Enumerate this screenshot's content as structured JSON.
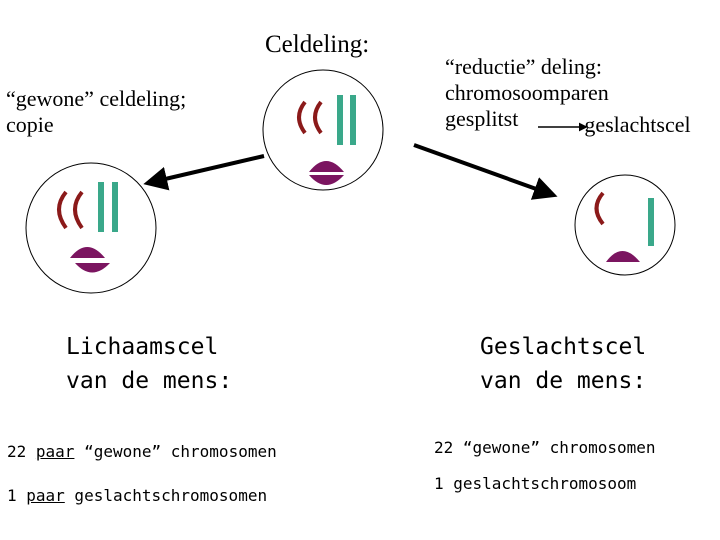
{
  "title": "Celdeling:",
  "left_description": {
    "line1": "“gewone” celdeling;",
    "line2": "copie"
  },
  "right_description": {
    "line1": "“reductie” deling:",
    "line2": "chromosoomparen",
    "line3": "gesplitst",
    "line3_target": "geslachtscel"
  },
  "body_cell_label": {
    "line1": "Lichaamscel",
    "line2": "van de mens:"
  },
  "sex_cell_label": {
    "line1": "Geslachtscel",
    "line2": "van de mens:"
  },
  "body_cell_facts": {
    "line1_prefix": "22 ",
    "line1_underlined": "paar",
    "line1_rest": " “gewone” chromosomen",
    "line2_prefix": "1 ",
    "line2_underlined": "paar",
    "line2_rest": " geslachtschromosomen"
  },
  "sex_cell_facts": {
    "line1": "22 “gewone” chromosomen",
    "line2": "1 geslachtschromosoom"
  },
  "colors": {
    "chromosome_red": "#8b1a1a",
    "chromosome_green": "#3aa88a",
    "sex_chromosome_purple": "#7b1560",
    "cell_outline": "#000000",
    "arrow": "#000000"
  }
}
